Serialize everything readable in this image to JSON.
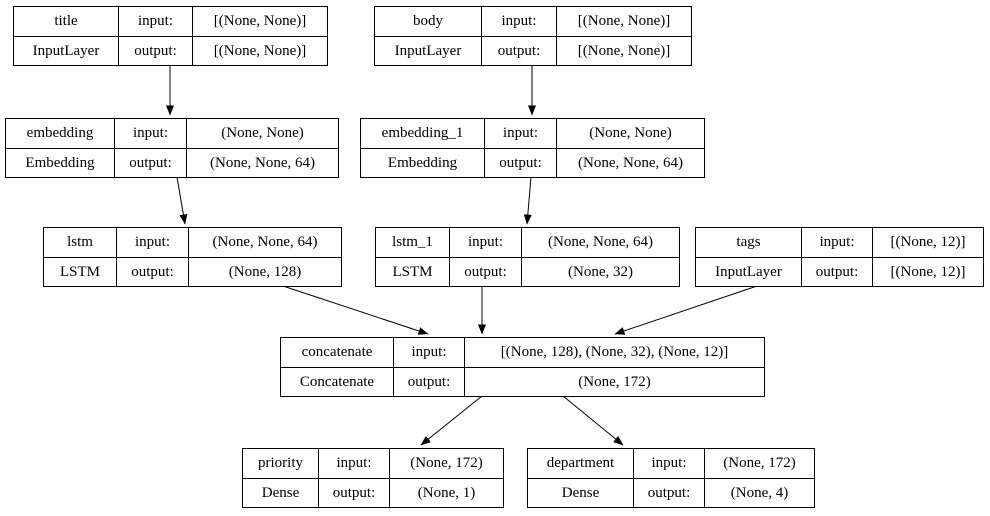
{
  "diagram": {
    "type": "keras-model-plot",
    "labels": {
      "input": "input:",
      "output": "output:"
    },
    "nodes": {
      "title": {
        "name": "title",
        "type": "InputLayer",
        "input": "[(None, None)]",
        "output": "[(None, None)]"
      },
      "body": {
        "name": "body",
        "type": "InputLayer",
        "input": "[(None, None)]",
        "output": "[(None, None)]"
      },
      "embedding": {
        "name": "embedding",
        "type": "Embedding",
        "input": "(None, None)",
        "output": "(None, None, 64)"
      },
      "embedding_1": {
        "name": "embedding_1",
        "type": "Embedding",
        "input": "(None, None)",
        "output": "(None, None, 64)"
      },
      "lstm": {
        "name": "lstm",
        "type": "LSTM",
        "input": "(None, None, 64)",
        "output": "(None, 128)"
      },
      "lstm_1": {
        "name": "lstm_1",
        "type": "LSTM",
        "input": "(None, None, 64)",
        "output": "(None, 32)"
      },
      "tags": {
        "name": "tags",
        "type": "InputLayer",
        "input": "[(None, 12)]",
        "output": "[(None, 12)]"
      },
      "concatenate": {
        "name": "concatenate",
        "type": "Concatenate",
        "input": "[(None, 128), (None, 32), (None, 12)]",
        "output": "(None, 172)"
      },
      "priority": {
        "name": "priority",
        "type": "Dense",
        "input": "(None, 172)",
        "output": "(None, 1)"
      },
      "department": {
        "name": "department",
        "type": "Dense",
        "input": "(None, 172)",
        "output": "(None, 4)"
      }
    },
    "edges": [
      {
        "from": "title",
        "to": "embedding"
      },
      {
        "from": "body",
        "to": "embedding_1"
      },
      {
        "from": "embedding",
        "to": "lstm"
      },
      {
        "from": "embedding_1",
        "to": "lstm_1"
      },
      {
        "from": "lstm",
        "to": "concatenate"
      },
      {
        "from": "lstm_1",
        "to": "concatenate"
      },
      {
        "from": "tags",
        "to": "concatenate"
      },
      {
        "from": "concatenate",
        "to": "priority"
      },
      {
        "from": "concatenate",
        "to": "department"
      }
    ],
    "colors": {
      "line": "#000000",
      "background": "#ffffff",
      "text": "#000000"
    }
  }
}
